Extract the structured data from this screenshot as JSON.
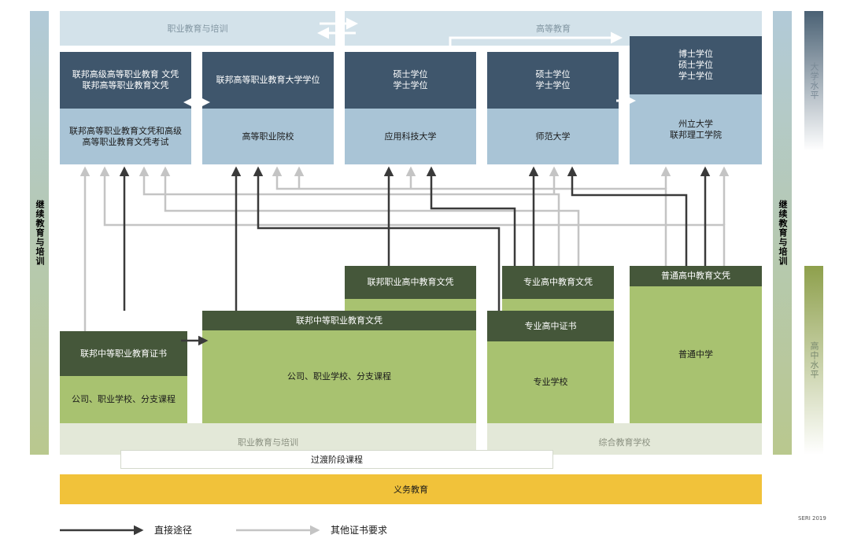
{
  "tertiary": {
    "vocational_band": "职业教育与培训",
    "higher_band": "高等教育",
    "boxes": [
      {
        "head": "联邦高级高等职业教育 文凭\n联邦高等职业教育文凭",
        "body": "联邦高等职业教育文凭和高级\n高等职业教育文凭考试"
      },
      {
        "head": "联邦高等职业教育大学学位",
        "body": "高等职业院校"
      },
      {
        "head": "硕士学位\n学士学位",
        "body": "应用科技大学"
      },
      {
        "head": "硕士学位\n学士学位",
        "body": "师范大学"
      },
      {
        "head": "博士学位\n硕士学位\n学士学位",
        "body": "州立大学\n联邦理工学院"
      }
    ]
  },
  "secondary": {
    "fed_vocational_baccalaureate": "联邦职业高中教育文凭",
    "specialized_baccalaureate": "专业高中教育文凭",
    "general_baccalaureate": "普通高中教育文凭",
    "fed_vet_diploma": "联邦中等职业教育文凭",
    "specialized_certificate": "专业高中证书",
    "fed_vet_certificate": "联邦中等职业教育证书",
    "company_school_1": "公司、职业学校、分支课程",
    "company_school_2": "公司、职业学校、分支课程",
    "specialized_school": "专业学校",
    "general_high_school": "普通中学",
    "vocational_band": "职业教育与培训",
    "general_band": "综合教育学校"
  },
  "transition": "过渡阶段课程",
  "compulsory": "义务教育",
  "side": {
    "left_continuing": "继续教育与培训",
    "right_continuing": "继续教育与培训",
    "university_level": "大学水平",
    "upper_secondary_level": "高中水平"
  },
  "legend": {
    "direct": "直接途径",
    "other": "其他证书要求"
  },
  "credit": "SERI 2019",
  "colors": {
    "dark_blue": "#3f566c",
    "light_blue": "#a9c4d6",
    "dark_green": "#45573a",
    "light_green": "#a8c270",
    "yellow": "#f1c23a",
    "arrow_dark": "#3a3a3a",
    "arrow_light": "#c4c4c4"
  }
}
